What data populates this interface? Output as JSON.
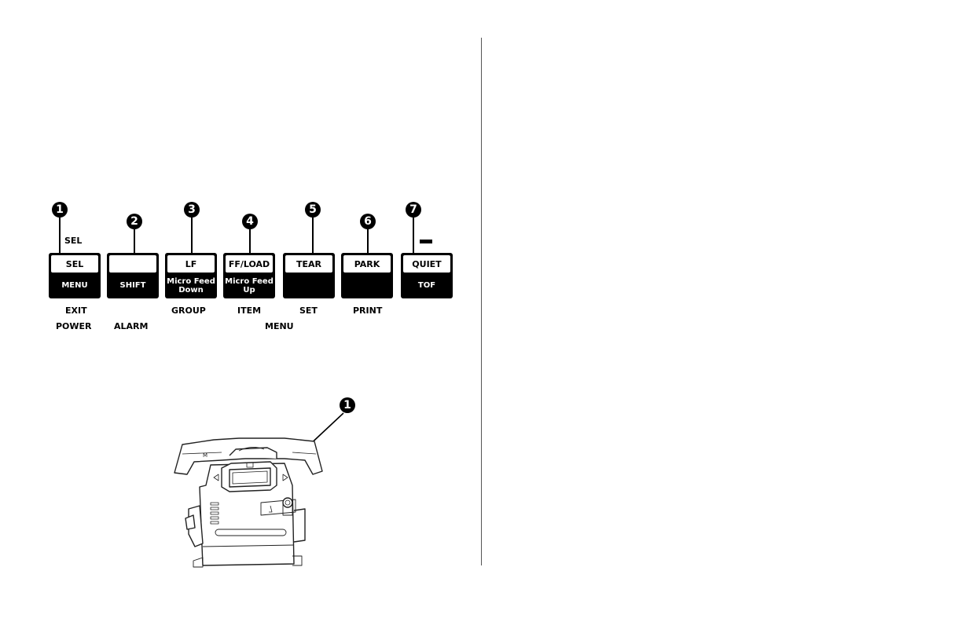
{
  "panel": {
    "callouts": [
      "1",
      "2",
      "3",
      "4",
      "5",
      "6",
      "7"
    ],
    "sel_indicator": "SEL",
    "keys": [
      {
        "top": "SEL",
        "bottom": "MENU",
        "below": "EXIT",
        "below2": "POWER"
      },
      {
        "top": "",
        "bottom": "SHIFT",
        "below": "",
        "below2": "ALARM"
      },
      {
        "top": "LF",
        "bottom": "Micro Feed Down",
        "below": "GROUP",
        "below2": ""
      },
      {
        "top": "FF/LOAD",
        "bottom": "Micro Feed Up",
        "below": "ITEM",
        "below2": ""
      },
      {
        "top": "TEAR",
        "bottom": "",
        "below": "SET",
        "below2": ""
      },
      {
        "top": "PARK",
        "bottom": "",
        "below": "PRINT",
        "below2": ""
      },
      {
        "top": "QUIET",
        "bottom": "TOF",
        "below": "",
        "below2": ""
      }
    ],
    "menu_group_label": "MENU"
  },
  "cartridge": {
    "callout": "1",
    "mark": "M"
  }
}
